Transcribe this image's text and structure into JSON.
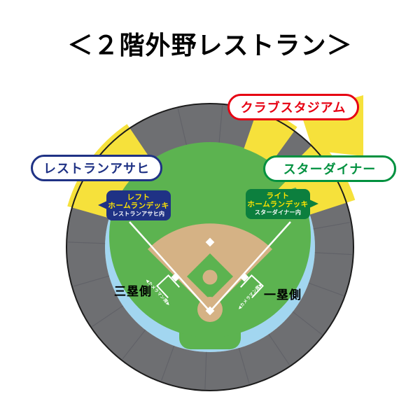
{
  "title": "＜２階外野レストラン＞",
  "labels": {
    "club_stadium": "クラブスタジアム",
    "restaurant_asahi": "レストランアサヒ",
    "star_diner": "スターダイナー",
    "third_base_side": "三塁側",
    "first_base_side": "一塁側"
  },
  "left_deck": {
    "line1": "レフト",
    "line2": "ホームランデッキ",
    "line3": "レストランアサヒ内"
  },
  "right_deck": {
    "line1": "ライト",
    "line2": "ホームランデッキ",
    "line3": "スターダイナー内"
  },
  "field_notes": {
    "left": "◀カメラマン席▶",
    "right": "◀カメラマン席▶"
  },
  "colors": {
    "ring_gray": "#6e6f72",
    "ring_divider": "#606167",
    "outline": "#1c1c1c",
    "yellow": "#f6e13b",
    "water_blue": "#a2d6f0",
    "field_green": "#5cb350",
    "dirt_tan": "#d5b285",
    "navy": "#1f3285",
    "deck_green": "#0c7f3e",
    "red": "#e60012",
    "pill_green": "#00913f",
    "deck_yellow": "#ffe400",
    "white": "#ffffff",
    "ink": "#000000"
  }
}
